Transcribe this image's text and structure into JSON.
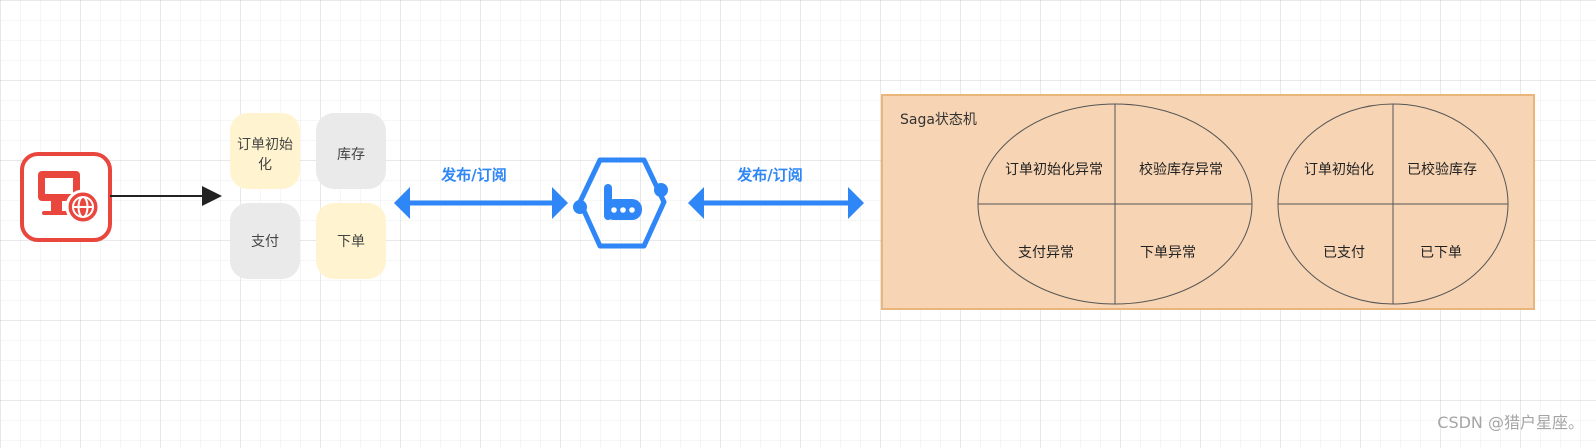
{
  "client": {
    "icon": "desktop-globe-icon",
    "color": "#E9473D"
  },
  "events": {
    "order_init": "订单初始化",
    "inventory": "库存",
    "payment": "支付",
    "place_order": "下单",
    "colors": {
      "yellow": "#FFF4CF",
      "gray": "#EAEAEA"
    }
  },
  "broker": {
    "icon": "message-queue-hex-icon",
    "color": "#2F86F6"
  },
  "arrows": {
    "left_label": "发布/订阅",
    "right_label": "发布/订阅",
    "color": "#2F86F6"
  },
  "saga": {
    "title": "Saga状态机",
    "fill": "#F7D4B3",
    "border": "#E9B57A",
    "left_ellipse": {
      "top_left": "订单初始化异常",
      "top_right": "校验库存异常",
      "bottom_left": "支付异常",
      "bottom_right": "下单异常"
    },
    "right_ellipse": {
      "top_left": "订单初始化",
      "top_right": "已校验库存",
      "bottom_left": "已支付",
      "bottom_right": "已下单"
    }
  },
  "watermark": "CSDN @猎户星座。"
}
